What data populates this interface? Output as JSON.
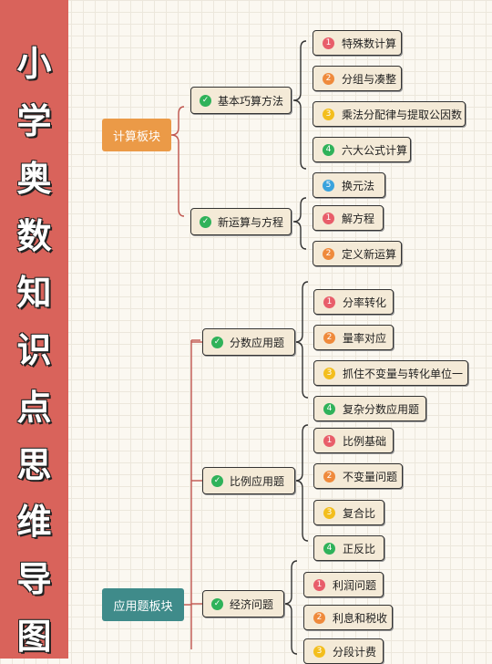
{
  "sidebar_title_chars": [
    "小",
    "学",
    "奥",
    "数",
    "知",
    "识",
    "点",
    "思",
    "维",
    "导",
    "图"
  ],
  "colors": {
    "sidebar": "#d9635b",
    "root_calc": "#eb9a47",
    "root_app": "#3f8b8a",
    "num1": "#e85d6a",
    "num2": "#ef8a3c",
    "num3": "#f3be1d",
    "num4": "#2fb25a",
    "num5": "#3aa3dd"
  },
  "roots": [
    {
      "label": "计算板块",
      "branches": [
        {
          "label": "基本巧算方法",
          "items": [
            "特殊数计算",
            "分组与凑整",
            "乘法分配律与提取公因数",
            "六大公式计算",
            "换元法"
          ]
        },
        {
          "label": "新运算与方程",
          "items": [
            "解方程",
            "定义新运算"
          ]
        }
      ]
    },
    {
      "label": "应用题板块",
      "branches": [
        {
          "label": "分数应用题",
          "items": [
            "分率转化",
            "量率对应",
            "抓住不变量与转化单位一",
            "复杂分数应用题"
          ]
        },
        {
          "label": "比例应用题",
          "items": [
            "比例基础",
            "不变量问题",
            "复合比",
            "正反比"
          ]
        },
        {
          "label": "经济问题",
          "items": [
            "利润问题",
            "利息和税收",
            "分段计费"
          ]
        }
      ]
    }
  ],
  "item_numbers": [
    "1",
    "2",
    "3",
    "4",
    "5"
  ],
  "check_icon": "✓"
}
